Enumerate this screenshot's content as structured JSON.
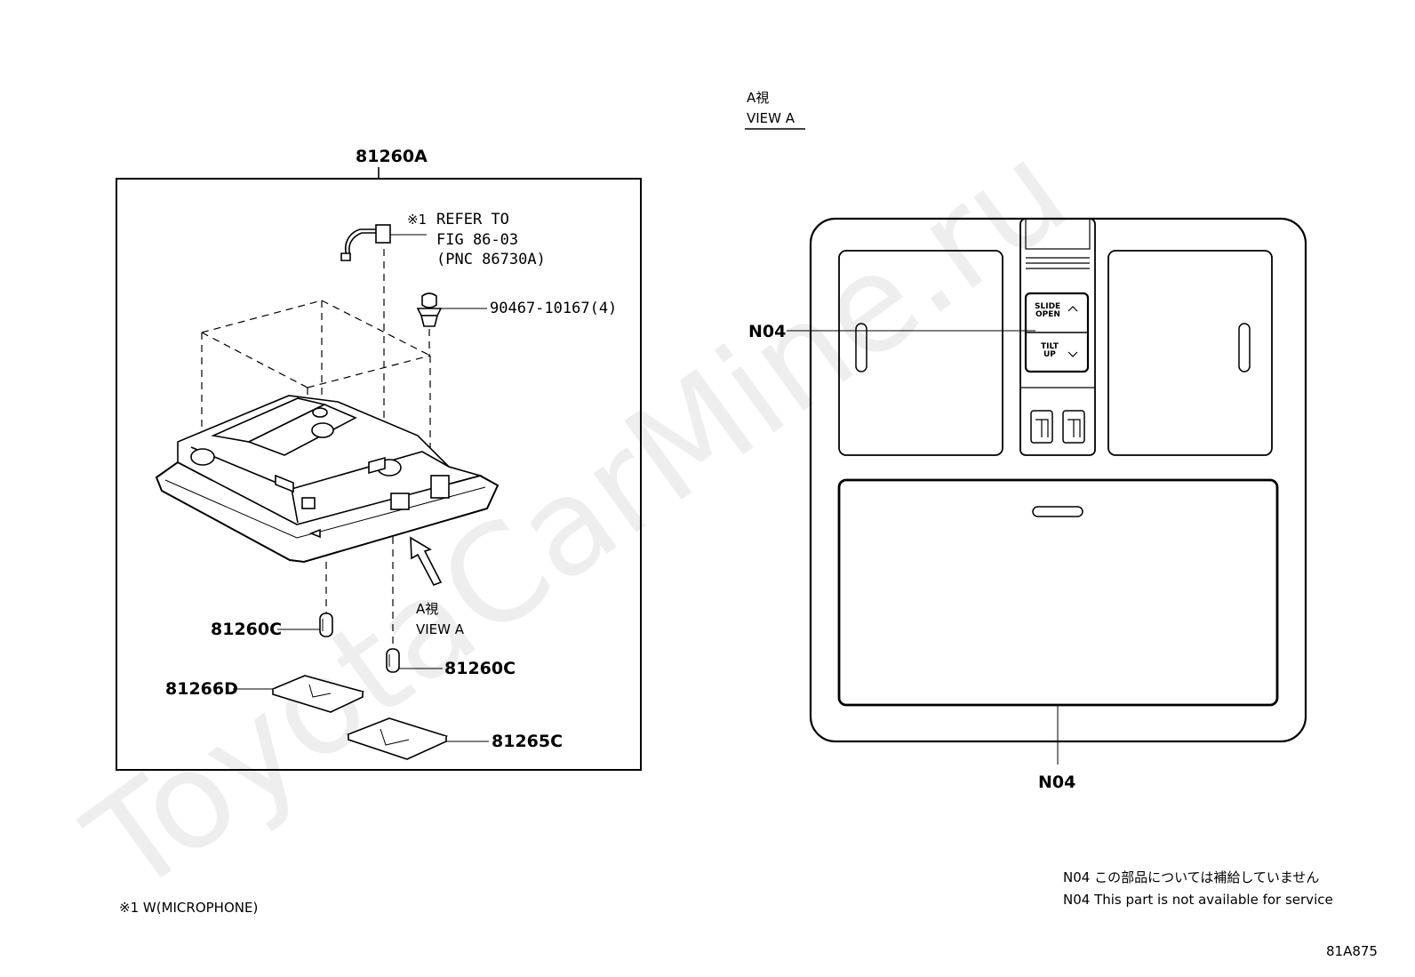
{
  "watermark": "ToyotaCarMine.ru",
  "colors": {
    "line": "#000000",
    "watermark": "#cfcfcf",
    "background": "#ffffff"
  },
  "left_panel": {
    "assembly_label": "81260A",
    "ref_mark": "※1",
    "ref_line1": "REFER TO",
    "ref_line2": "FIG 86-03",
    "ref_line3": "(PNC 86730A)",
    "clip_label": "90467-10167(4)",
    "view_a_jp": "A視",
    "view_a_en": "VIEW A",
    "bulb_left_label": "81260C",
    "bulb_right_label": "81260C",
    "lens_left_label": "81266D",
    "lens_right_label": "81265C"
  },
  "right_panel": {
    "view_jp": "A視",
    "view_en": "VIEW A",
    "n04_left": "N04",
    "n04_bottom": "N04",
    "switch_top_line1": "SLIDE",
    "switch_top_line2": "OPEN",
    "switch_bottom_line1": "TILT",
    "switch_bottom_line2": "UP"
  },
  "footnotes": {
    "microphone": "※1 W(MICROPHONE)",
    "n04_jp": "N04 この部品については補給していません",
    "n04_en": "N04 This part is not available for service",
    "figure_code": "81A875"
  }
}
